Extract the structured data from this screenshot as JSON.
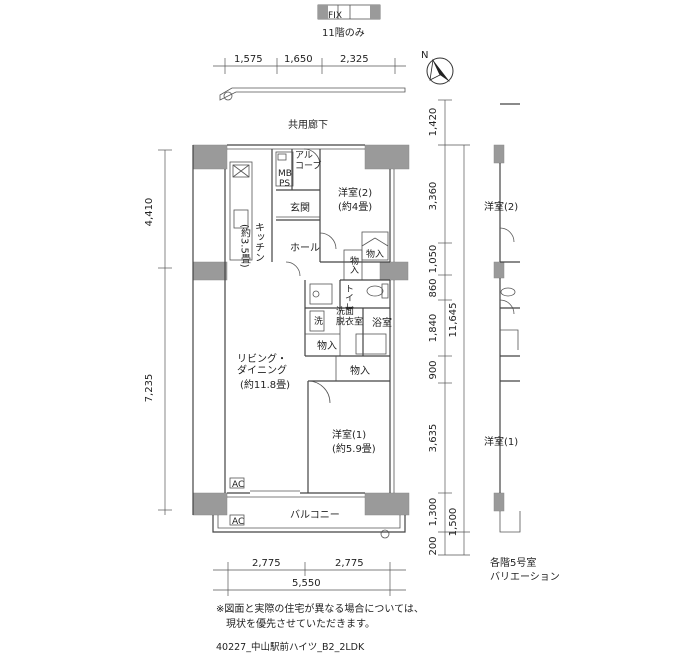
{
  "top_inset": {
    "fix_label": "FIX",
    "caption": "11階のみ"
  },
  "dimensions": {
    "top": [
      "1,575",
      "1,650",
      "2,325"
    ],
    "bottom_parts": [
      "2,775",
      "2,775"
    ],
    "bottom_total": "5,550",
    "left": [
      "4,410",
      "7,235"
    ],
    "right_segments": [
      "1,420",
      "3,360",
      "1,050",
      "860",
      "1,840",
      "900",
      "3,635",
      "1,300"
    ],
    "right_total": "11,645",
    "right_extra": [
      "1,500",
      "200"
    ]
  },
  "rooms": {
    "corridor": "共用廊下",
    "alcove": "アル\nコーブ",
    "mb": "MB",
    "ps": "PS",
    "entrance": "玄関",
    "western2": "洋室(2)",
    "western2_size": "(約4畳)",
    "kitchen": "キッチン",
    "kitchen_size": "(約3.5畳)",
    "hall": "ホール",
    "storage": "物入",
    "toilet": "トイレ",
    "washroom": "洗面\n脱衣室",
    "washer": "洗",
    "bath": "浴室",
    "living": "リビング・\nダイニング",
    "living_size": "(約11.8畳)",
    "western1": "洋室(1)",
    "western1_size": "(約5.9畳)",
    "ac": "AC",
    "balcony": "バルコニー"
  },
  "variation": {
    "western2": "洋室(2)",
    "western1": "洋室(1)",
    "caption": "各階5号室\nバリエーション"
  },
  "footer": {
    "note": "※図面と実際の住宅が異なる場合については、\n　現状を優先させていただきます。",
    "code": "40227_中山駅前ハイツ_B2_2LDK"
  },
  "colors": {
    "wall": "#9a9a9a",
    "line": "#444444"
  },
  "icons": [
    "north-arrow-icon"
  ]
}
